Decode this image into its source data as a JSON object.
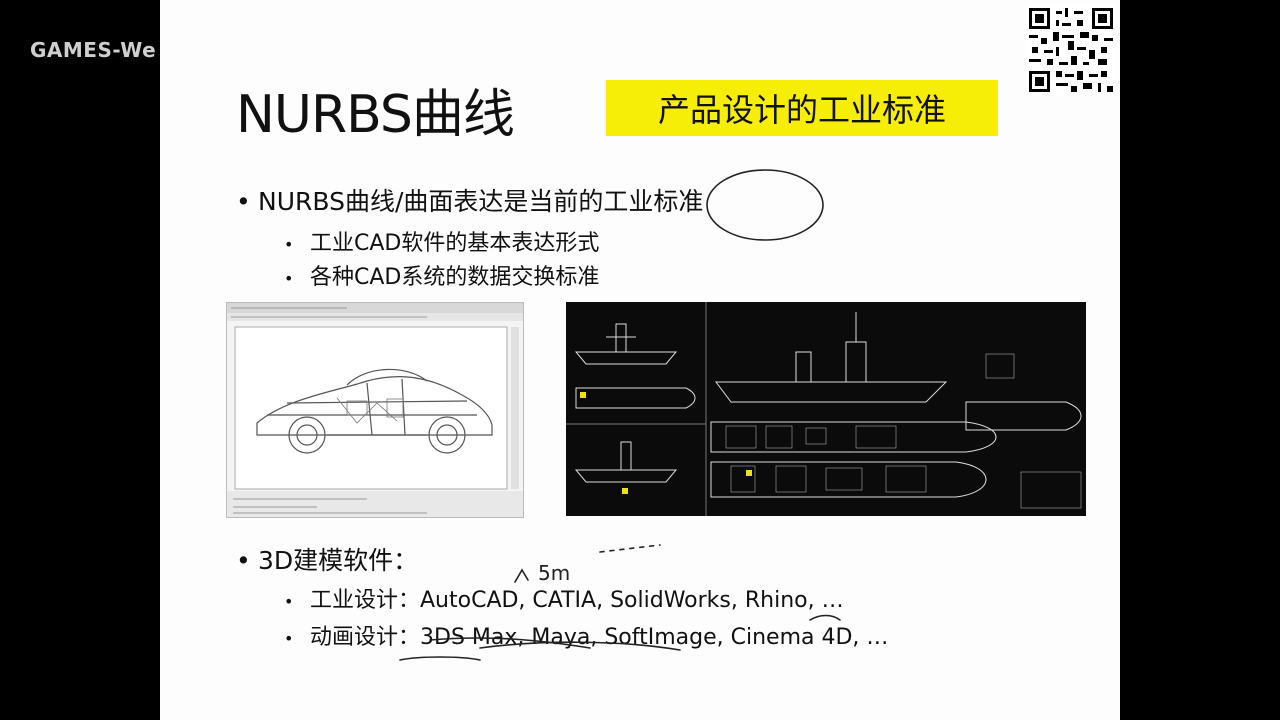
{
  "watermark": "GAMES-We",
  "slide": {
    "title": "NURBS曲线",
    "tag": "产品设计的工业标准",
    "bullet1": "NURBS曲线/曲面表达是当前的工业标准",
    "sub1": "工业CAD软件的基本表达形式",
    "sub2": "各种CAD系统的数据交换标准",
    "bullet2": "3D建模软件：",
    "sub3": "工业设计：AutoCAD, CATIA, SolidWorks, Rhino, …",
    "sub4": "动画设计：3DS Max, Maya, SoftImage, Cinema 4D, …",
    "annotation": "5m"
  },
  "colors": {
    "tag_bg": "#f6ee06",
    "slide_bg": "#fdfdfd",
    "page_bg": "#000000"
  },
  "icons": {
    "bullet": "•"
  }
}
